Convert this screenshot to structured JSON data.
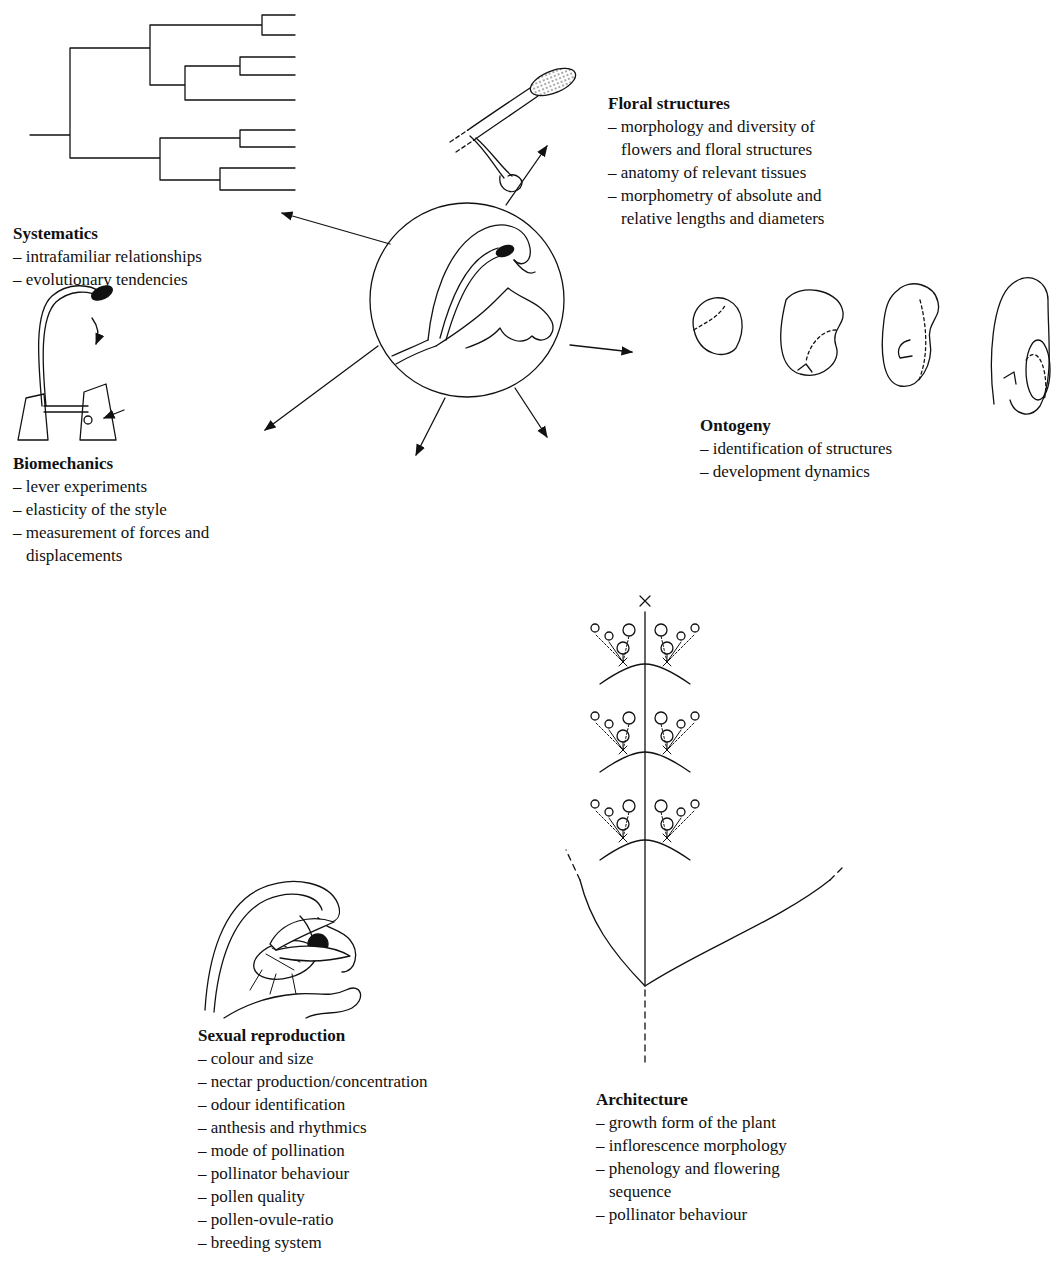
{
  "diagram": {
    "nodes": [
      {
        "text": [
          "Systematics",
          "– intrafamiliar relationships",
          "– evolutionary tendencies"
        ]
      },
      {
        "text": [
          "Floral structures",
          "– morphology and diversity of flowers and floral structures",
          "– anatomy of relevant tissues",
          "– morphometry of absolute and relative lengths and diameters"
        ]
      },
      {
        "text": [
          "Ontogeny",
          "– identification of structures",
          "– development dynamics"
        ]
      },
      {
        "text": [
          "Biomechanics",
          "– lever experiments",
          "– elasticity of the style",
          "– measurement of forces and displacements"
        ]
      },
      {
        "text": [
          "Sexual reproduction",
          "– colour and size",
          "– nectar production/concentration",
          "– odour identification",
          "– anthesis and rhythmics",
          "– mode of pollination",
          "– pollinator behaviour",
          "– pollen quality",
          "– pollen-ovule-ratio",
          "– breeding system"
        ]
      },
      {
        "text": [
          "Architecture",
          "– growth form of the plant",
          "– inflorescence morphology",
          "– phenology and flowering sequence",
          "– pollinator behaviour"
        ]
      }
    ]
  }
}
